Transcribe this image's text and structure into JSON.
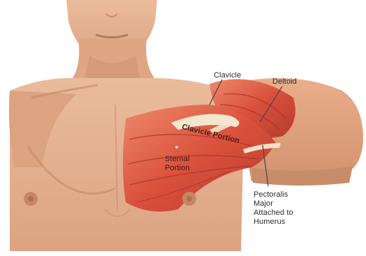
{
  "figure": {
    "labels": {
      "clavicle": "Clavicle",
      "deltoid": "Deltoid",
      "clavicle_portion": "Clavicle Portion",
      "sternal_portion": "Sternal\nPortion",
      "pec_major": "Pectoralis\nMajor\nAttached to\nHumerus"
    },
    "colors": {
      "background": "#ffffff",
      "skin": "#e7b391",
      "skin_shadow": "#c98c6a",
      "muscle": "#d9503b",
      "muscle_dark": "#a8322a",
      "muscle_light": "#ee8a6c",
      "tendon": "#f3e6cf",
      "leader_line": "#4a4a4a"
    }
  }
}
